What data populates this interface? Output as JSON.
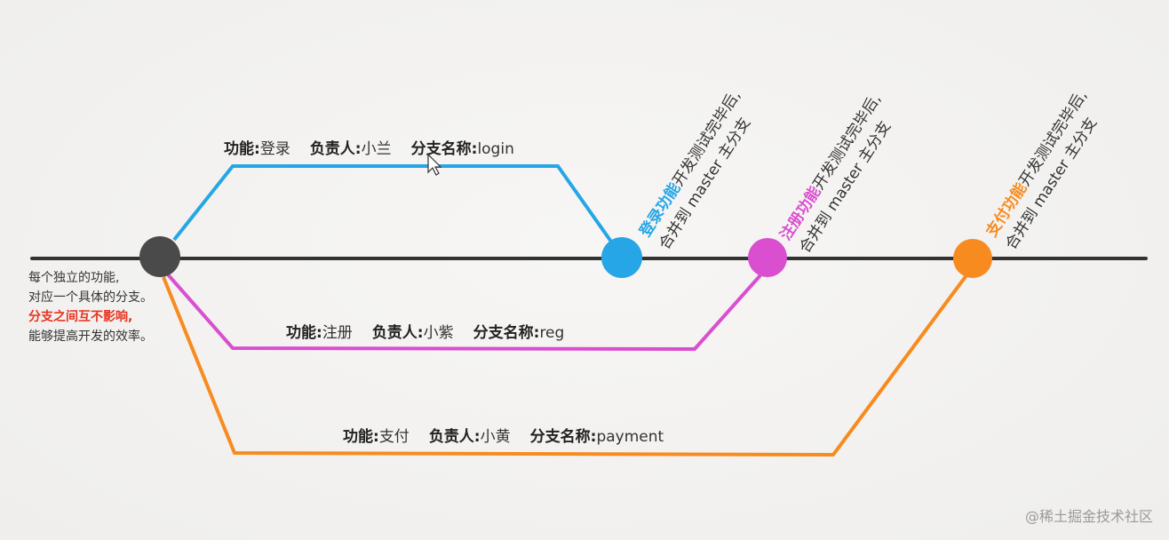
{
  "colors": {
    "main": "#333333",
    "login": "#26a6e6",
    "reg": "#d94fcf",
    "payment": "#f78b1f",
    "root_node": "#4a4a4a",
    "warn": "#e8321e"
  },
  "branches": [
    {
      "id": "login",
      "func_key": "功能:",
      "func_val": "登录",
      "owner_key": "负责人:",
      "owner_val": "小兰",
      "name_key": "分支名称:",
      "name_val": "login",
      "merge_hl": "登录功能",
      "merge_rest": "开发测试完毕后,",
      "merge_line2": "合并到 master 主分支"
    },
    {
      "id": "reg",
      "func_key": "功能:",
      "func_val": "注册",
      "owner_key": "负责人:",
      "owner_val": "小紫",
      "name_key": "分支名称:",
      "name_val": "reg",
      "merge_hl": "注册功能",
      "merge_rest": "开发测试完毕后,",
      "merge_line2": "合并到 master 主分支"
    },
    {
      "id": "payment",
      "func_key": "功能:",
      "func_val": "支付",
      "owner_key": "负责人:",
      "owner_val": "小黄",
      "name_key": "分支名称:",
      "name_val": "payment",
      "merge_hl": "支付功能",
      "merge_rest": "开发测试完毕后,",
      "merge_line2": "合并到 master 主分支"
    }
  ],
  "side_note": {
    "line1": "每个独立的功能,",
    "line2": "对应一个具体的分支。",
    "line3": "分支之间互不影响,",
    "line4": "能够提高开发的效率。"
  },
  "watermark": "@稀土掘金技术社区"
}
